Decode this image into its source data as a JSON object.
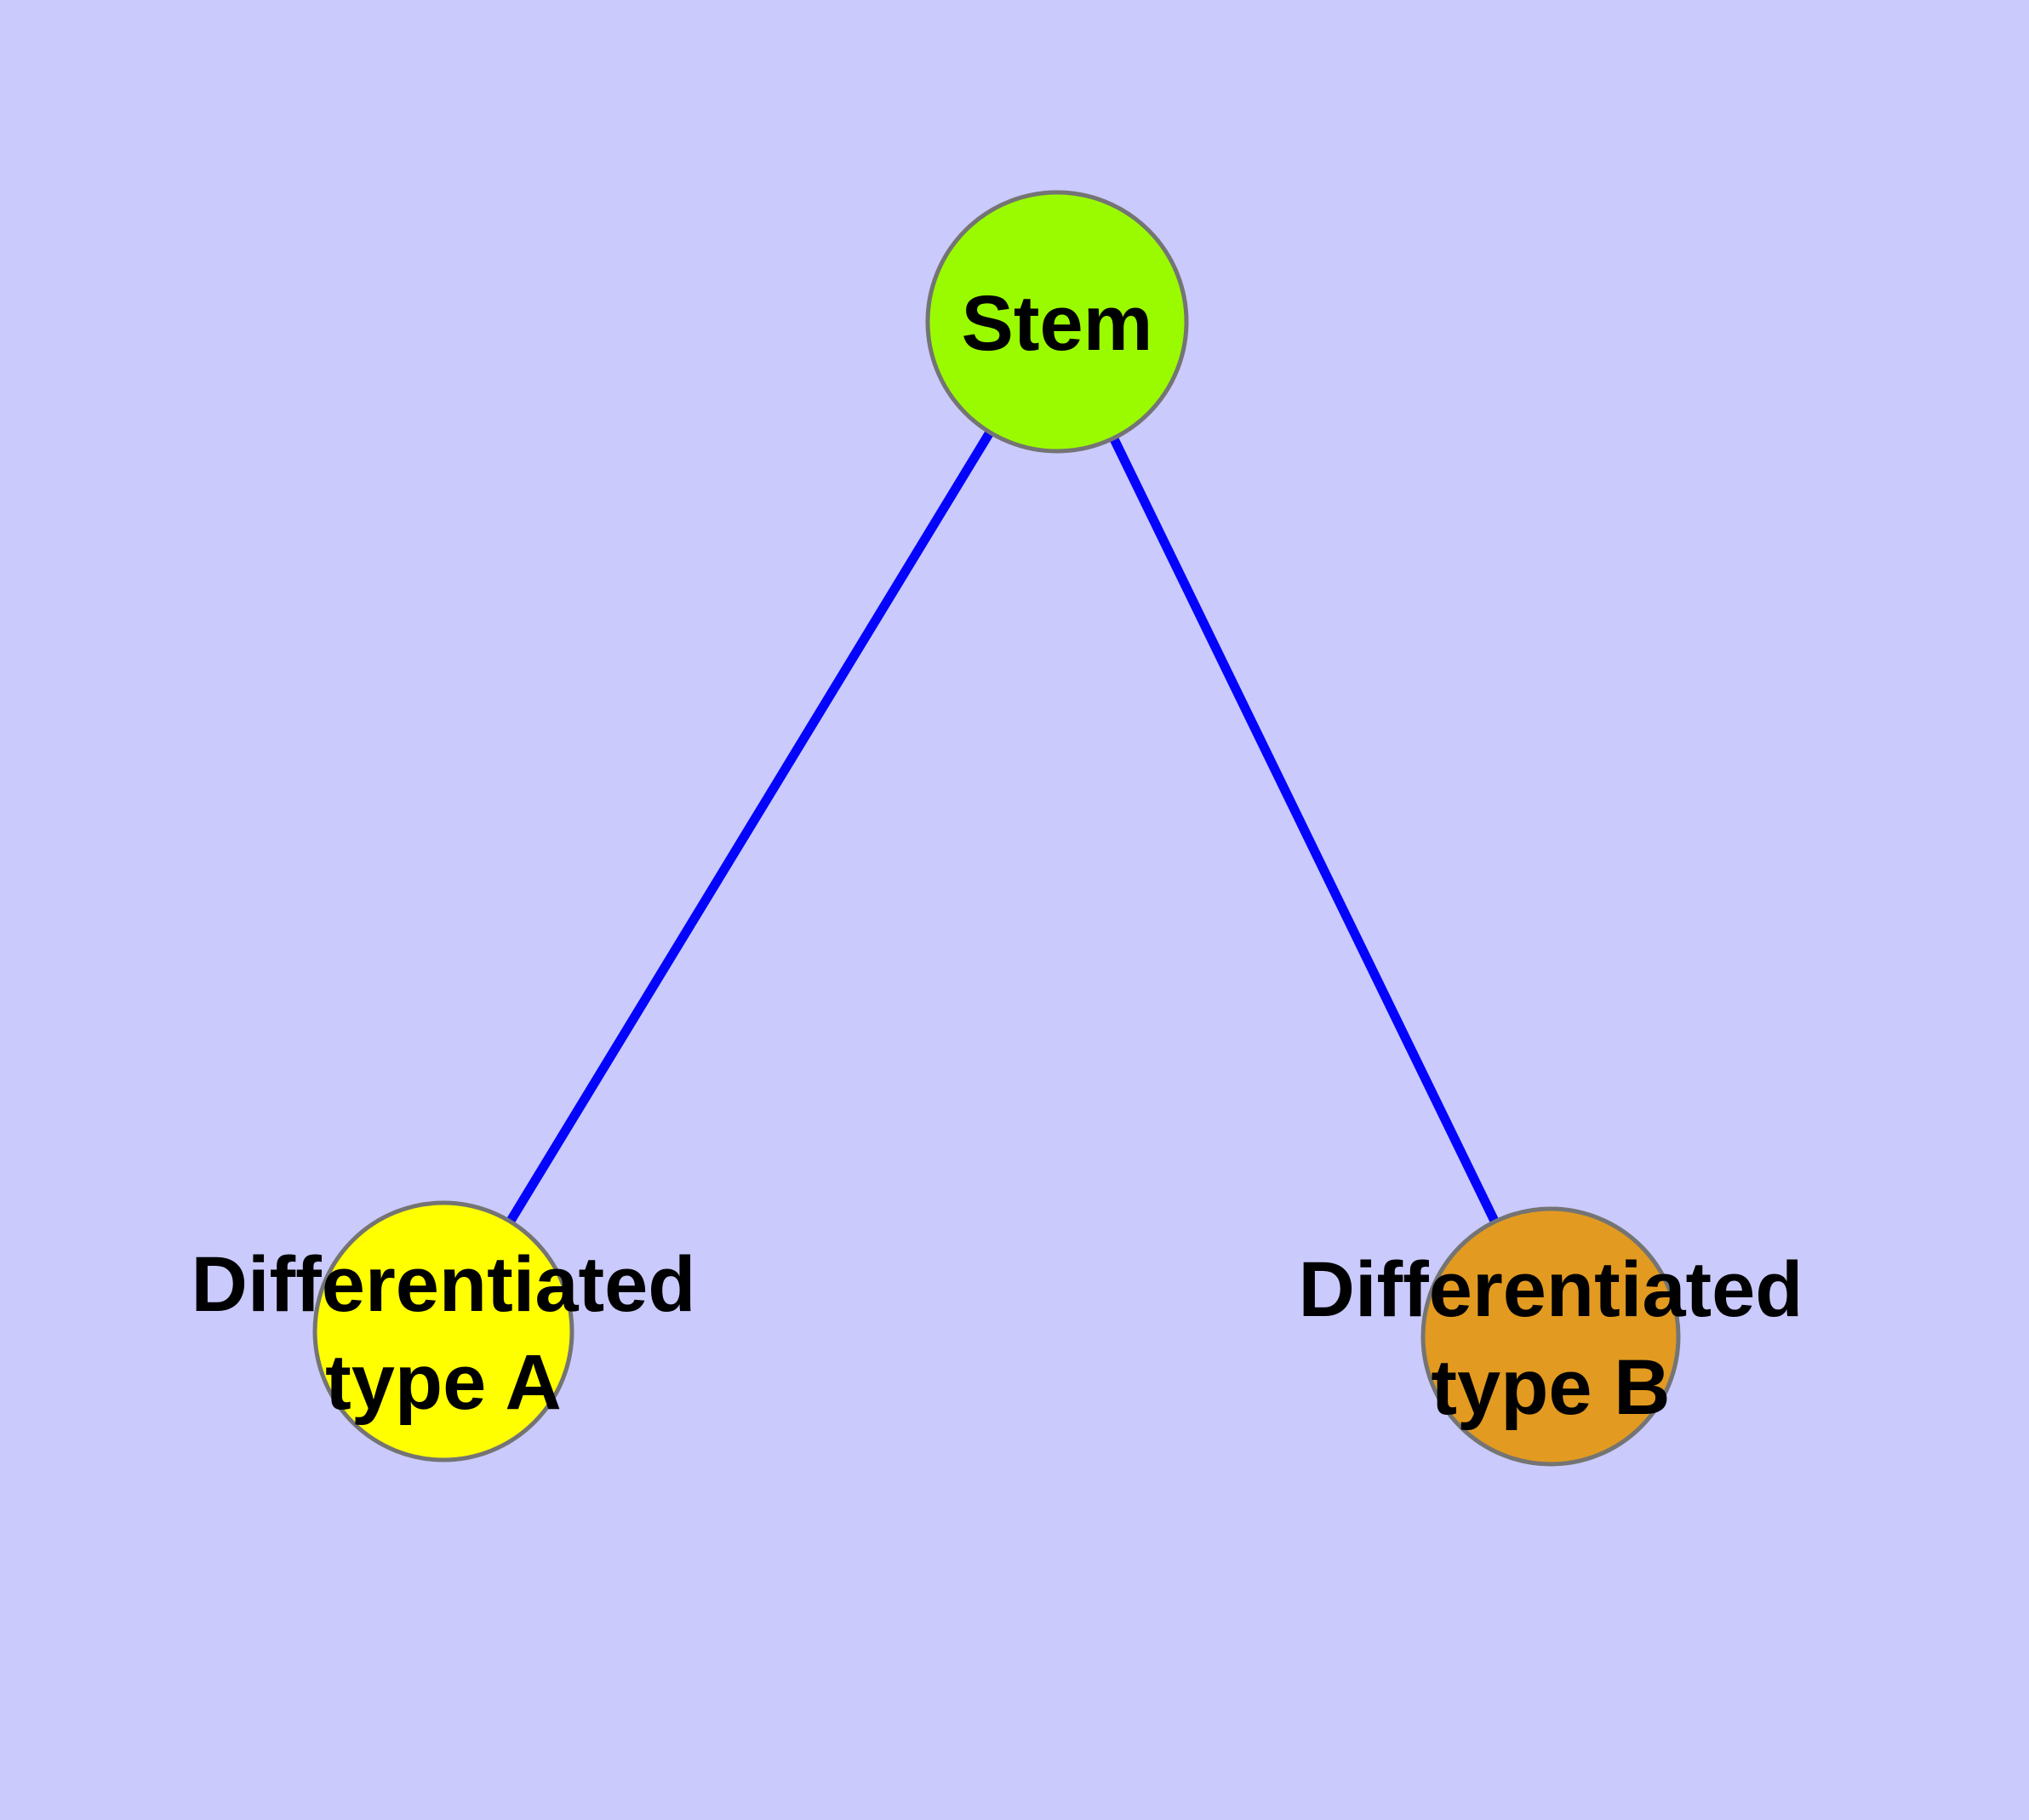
{
  "canvas": {
    "background_color": "#CACAFC"
  },
  "graph": {
    "type": "undirected-graph",
    "edges": {
      "color": "#0404FC",
      "items": [
        {
          "from": "Stem",
          "to": "Differentiated type A"
        },
        {
          "from": "Stem",
          "to": "Differentiated type B"
        }
      ]
    },
    "nodes": {
      "stem": {
        "label_lines": [
          "Stem"
        ],
        "fill": "#9AFB00",
        "border": "#747474",
        "text_color": "#000000"
      },
      "diff_a": {
        "label_lines": [
          "Differentiated",
          "type A"
        ],
        "fill": "#FFFF00",
        "border": "#747474",
        "text_color": "#000000"
      },
      "diff_b": {
        "label_lines": [
          "Differentiated",
          "type B"
        ],
        "fill": "#E29A20",
        "border": "#747474",
        "text_color": "#000000"
      }
    }
  }
}
